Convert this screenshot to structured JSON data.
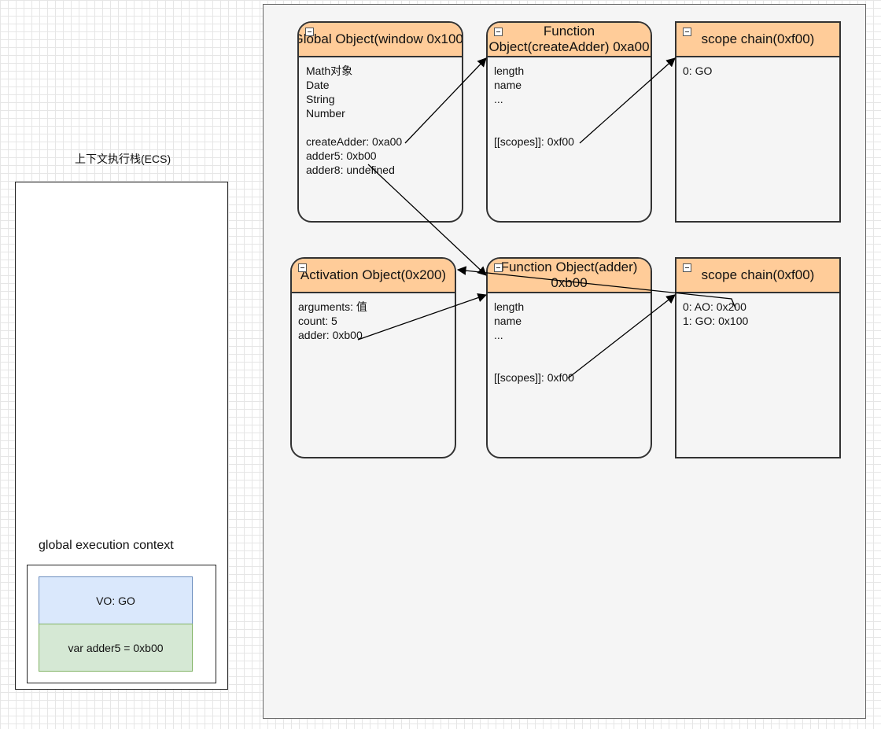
{
  "ecs": {
    "title": "上下文执行栈(ECS)",
    "gec_label": "global execution context",
    "vo": "VO: GO",
    "var": "var adder5 = 0xb00"
  },
  "objects": {
    "go": {
      "title": "Global Object(window 0x100)",
      "lines": [
        "Math对象",
        "Date",
        "String",
        "Number",
        "",
        "createAdder: 0xa00",
        "adder5: 0xb00",
        "adder8: undefined"
      ]
    },
    "fo_create": {
      "title": "Function Object(createAdder) 0xa00",
      "lines": [
        "length",
        "name",
        "...",
        "",
        "",
        "[[scopes]]: 0xf00"
      ]
    },
    "sc1": {
      "title": "scope chain(0xf00)",
      "lines": [
        "0: GO"
      ]
    },
    "ao": {
      "title": "Activation Object(0x200)",
      "lines": [
        "arguments: 值",
        "count: 5",
        "adder: 0xb00"
      ]
    },
    "fo_adder": {
      "title": "Function Object(adder) 0xb00",
      "lines": [
        "length",
        "name",
        "...",
        "",
        "",
        "[[scopes]]: 0xf00"
      ]
    },
    "sc2": {
      "title": "scope chain(0xf00)",
      "lines": [
        "0: AO: 0x200",
        "1: GO: 0x100"
      ]
    }
  },
  "colors": {
    "header_fill": "#ffcc99",
    "vo_fill": "#dae8fc",
    "var_fill": "#d5e8d4",
    "heap_fill": "#f5f5f5"
  }
}
